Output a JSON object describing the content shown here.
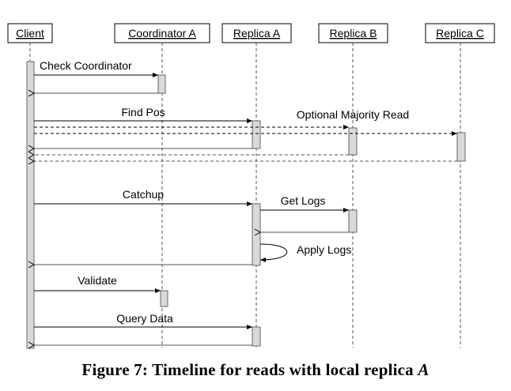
{
  "actors": [
    {
      "id": "client",
      "label": "Client"
    },
    {
      "id": "coord",
      "label": "Coordinator A"
    },
    {
      "id": "repA",
      "label": "Replica A"
    },
    {
      "id": "repB",
      "label": "Replica B"
    },
    {
      "id": "repC",
      "label": "Replica C"
    }
  ],
  "messages": {
    "check_coordinator": "Check Coordinator",
    "find_pos": "Find Pos",
    "optional_majority_read": "Optional Majority Read",
    "catchup": "Catchup",
    "get_logs": "Get Logs",
    "apply_logs": "Apply Logs",
    "validate": "Validate",
    "query_data": "Query Data"
  },
  "caption": {
    "prefix": "Figure 7: Timeline for reads with local replica",
    "variable": "A"
  }
}
